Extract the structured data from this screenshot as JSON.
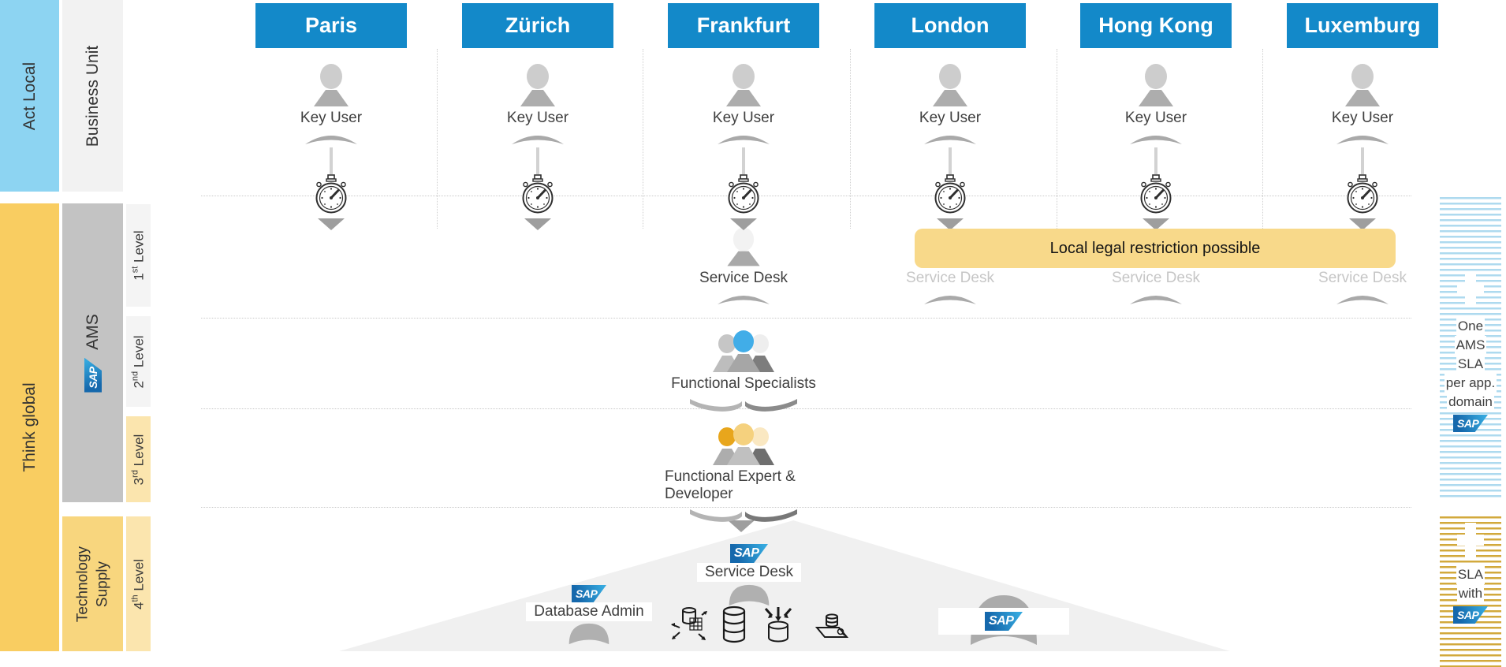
{
  "sidebar": {
    "act_local": "Act Local",
    "business_unit": "Business Unit",
    "think_global": "Think global",
    "ams_label": "AMS",
    "technology_supply": "Technology Supply",
    "levels": [
      {
        "ordinal": "1",
        "suffix": "st",
        "word": "Level"
      },
      {
        "ordinal": "2",
        "suffix": "nd",
        "word": "Level"
      },
      {
        "ordinal": "3",
        "suffix": "rd",
        "word": "Level"
      },
      {
        "ordinal": "4",
        "suffix": "th",
        "word": "Level"
      }
    ]
  },
  "cities": [
    {
      "label": "Paris"
    },
    {
      "label": "Zürich"
    },
    {
      "label": "Frankfurt"
    },
    {
      "label": "London"
    },
    {
      "label": "Hong Kong"
    },
    {
      "label": "Luxemburg"
    }
  ],
  "roles": {
    "key_user": "Key User",
    "service_desk": "Service Desk",
    "functional_specialists": "Functional Specialists",
    "functional_expert_developer": "Functional Expert & Developer",
    "database_admin": "Database Admin"
  },
  "banner": {
    "text": "Local legal restriction possible"
  },
  "right_rail": {
    "top_note": {
      "lines": [
        "One",
        "AMS",
        "SLA",
        "per app.",
        "domain"
      ]
    },
    "bottom_note": {
      "lines": [
        "SLA",
        "with"
      ]
    }
  },
  "brand": {
    "sap": "SAP"
  },
  "icons": {
    "person": "person-silhouette",
    "faded_person": "faded-person-silhouette",
    "team": "three-person-group",
    "timer": "stopwatch",
    "arrow": "down-triangle-arrow",
    "bracket": "arc-bracket",
    "book": "open-book-bracket",
    "arch": "arch-bracket",
    "databases": [
      "distributed-database",
      "database-stack",
      "data-inflow-database",
      "database-board"
    ]
  },
  "colors": {
    "header_blue": "#1389c9",
    "act_local_blue": "#8dd4f2",
    "think_global_yellow": "#f9cd61",
    "ams_gray": "#c3c3c3",
    "level_gray": "#f4f4f4",
    "level_yellow": "#fbe5ae",
    "tech_supply_yellow": "#f8d67e",
    "banner_yellow": "#f8d98a",
    "stripe_blue": "#aedaef",
    "stripe_gold": "#d2a93c",
    "sap_blue_dark": "#1568ac",
    "sap_blue_light": "#35a8de",
    "specialist_blue": "#41ade8",
    "expert_orange": "#e8a61c"
  }
}
